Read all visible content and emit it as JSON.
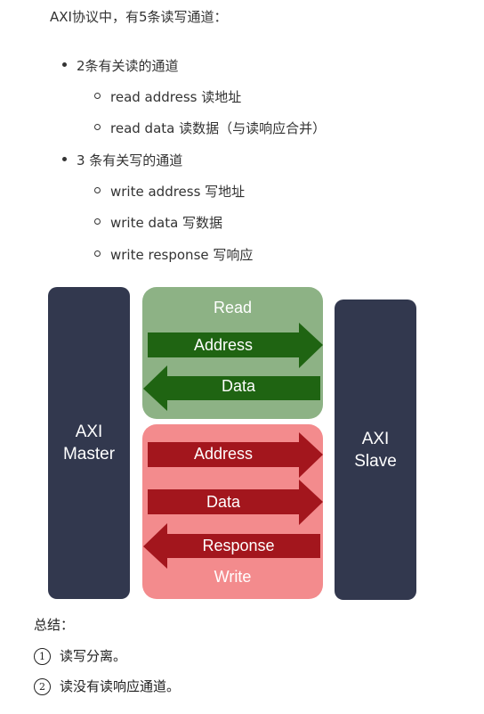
{
  "intro": "AXI协议中，有5条读写通道：",
  "read_group": {
    "label": "2条有关读的通道",
    "items": [
      "read address 读地址",
      "read data 读数据（与读响应合并）"
    ]
  },
  "write_group": {
    "label": "3 条有关写的通道",
    "items": [
      "write address 写地址",
      "write data 写数据",
      "write response 写响应"
    ]
  },
  "diagram": {
    "master_line1": "AXI",
    "master_line2": "Master",
    "slave_line1": "AXI",
    "slave_line2": "Slave",
    "read_label": "Read",
    "write_label": "Write",
    "read_address": "Address",
    "read_data": "Data",
    "write_address": "Address",
    "write_data": "Data",
    "write_response": "Response",
    "colors": {
      "block": "#32384e",
      "read_bg": "#8db285",
      "read_arrow": "#1f6412",
      "write_bg": "#f38b8d",
      "write_arrow": "#a3161d"
    }
  },
  "summary": {
    "title": "总结：",
    "points": [
      {
        "num": "1",
        "text": "读写分离。"
      },
      {
        "num": "2",
        "text": "读没有读响应通道。"
      }
    ]
  }
}
